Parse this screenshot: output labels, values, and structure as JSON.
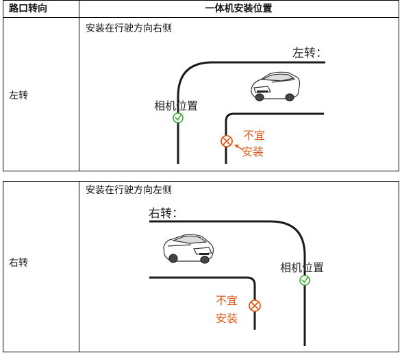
{
  "table": {
    "header": {
      "col1": "路口转向",
      "col2": "一体机安装位置"
    }
  },
  "rows": [
    {
      "direction": "左转",
      "caption": "安装在行驶方向右侧",
      "turn_label": "左转：",
      "camera_label": "相机位置",
      "bad_label_line1": "不宜",
      "bad_label_line2": "安装"
    },
    {
      "direction": "右转",
      "caption": "安装在行驶方向左侧",
      "turn_label": "右转：",
      "camera_label": "相机位置",
      "bad_label_line1": "不宜",
      "bad_label_line2": "安装"
    }
  ],
  "colors": {
    "good": "#3aaa35",
    "bad": "#e05a1c",
    "road": "#1a1a1a"
  },
  "icons": {
    "good_marker": "checkmark-circle-icon",
    "bad_marker": "x-circle-icon",
    "vehicle": "car-illustration"
  }
}
